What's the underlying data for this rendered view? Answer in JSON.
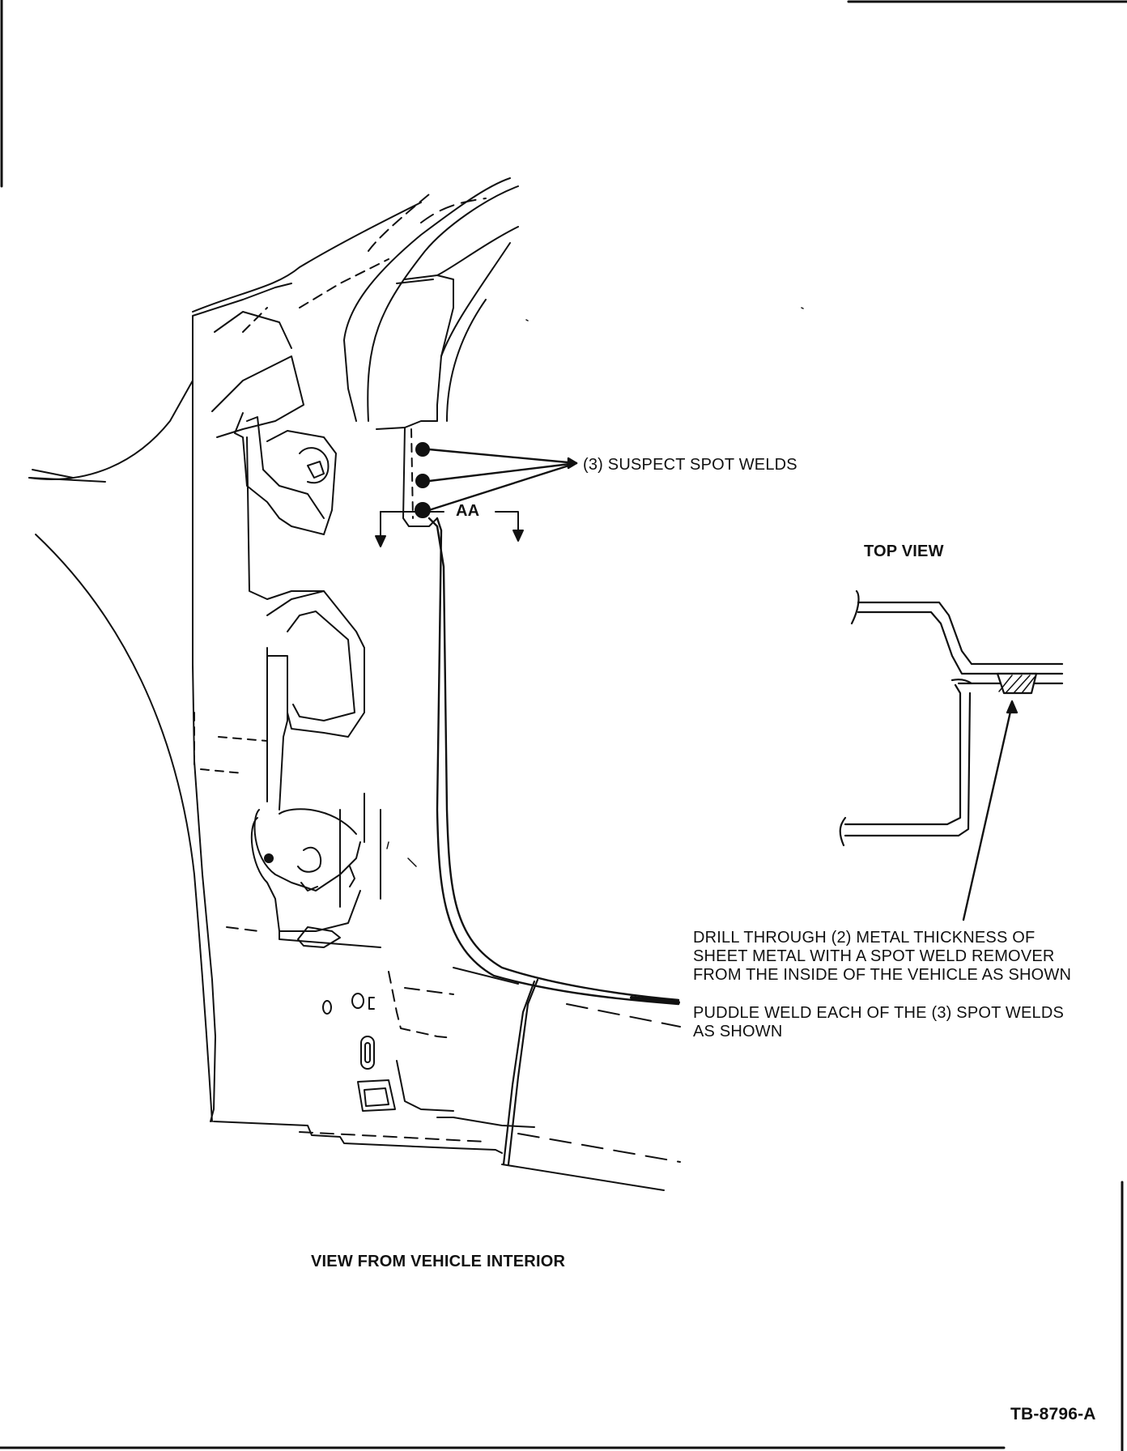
{
  "labels": {
    "suspect_welds": "(3) SUSPECT SPOT WELDS",
    "section_marker": "AA",
    "top_view": "TOP VIEW",
    "drill_note": [
      "DRILL THROUGH (2) METAL THICKNESS OF",
      "SHEET METAL WITH A SPOT WELD REMOVER",
      "FROM THE INSIDE OF THE VEHICLE AS SHOWN"
    ],
    "puddle_note": [
      "PUDDLE WELD EACH OF THE (3) SPOT WELDS",
      "AS SHOWN"
    ],
    "view_caption": "VIEW FROM VEHICLE INTERIOR",
    "figure_code": "TB-8796-A"
  },
  "colors": {
    "ink": "#111111",
    "paper": "#ffffff"
  }
}
